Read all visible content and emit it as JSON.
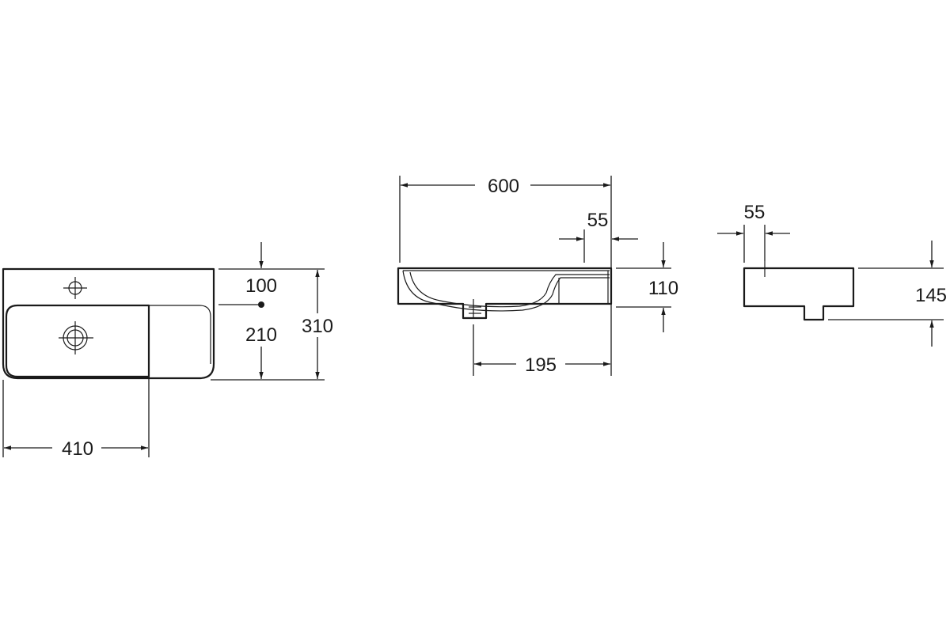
{
  "diagram": {
    "top_view": {
      "dimensions": {
        "tap_offset": "100",
        "bowl_depth": "210",
        "overall_depth": "310",
        "bowl_width": "410"
      }
    },
    "front_view": {
      "dimensions": {
        "overall_width": "600",
        "shelf_edge": "55",
        "height": "110",
        "waste_offset": "195"
      }
    },
    "side_view": {
      "dimensions": {
        "tap_position": "55",
        "height": "145"
      }
    },
    "colors": {
      "line": "#1a1a1a",
      "background": "#ffffff"
    }
  }
}
